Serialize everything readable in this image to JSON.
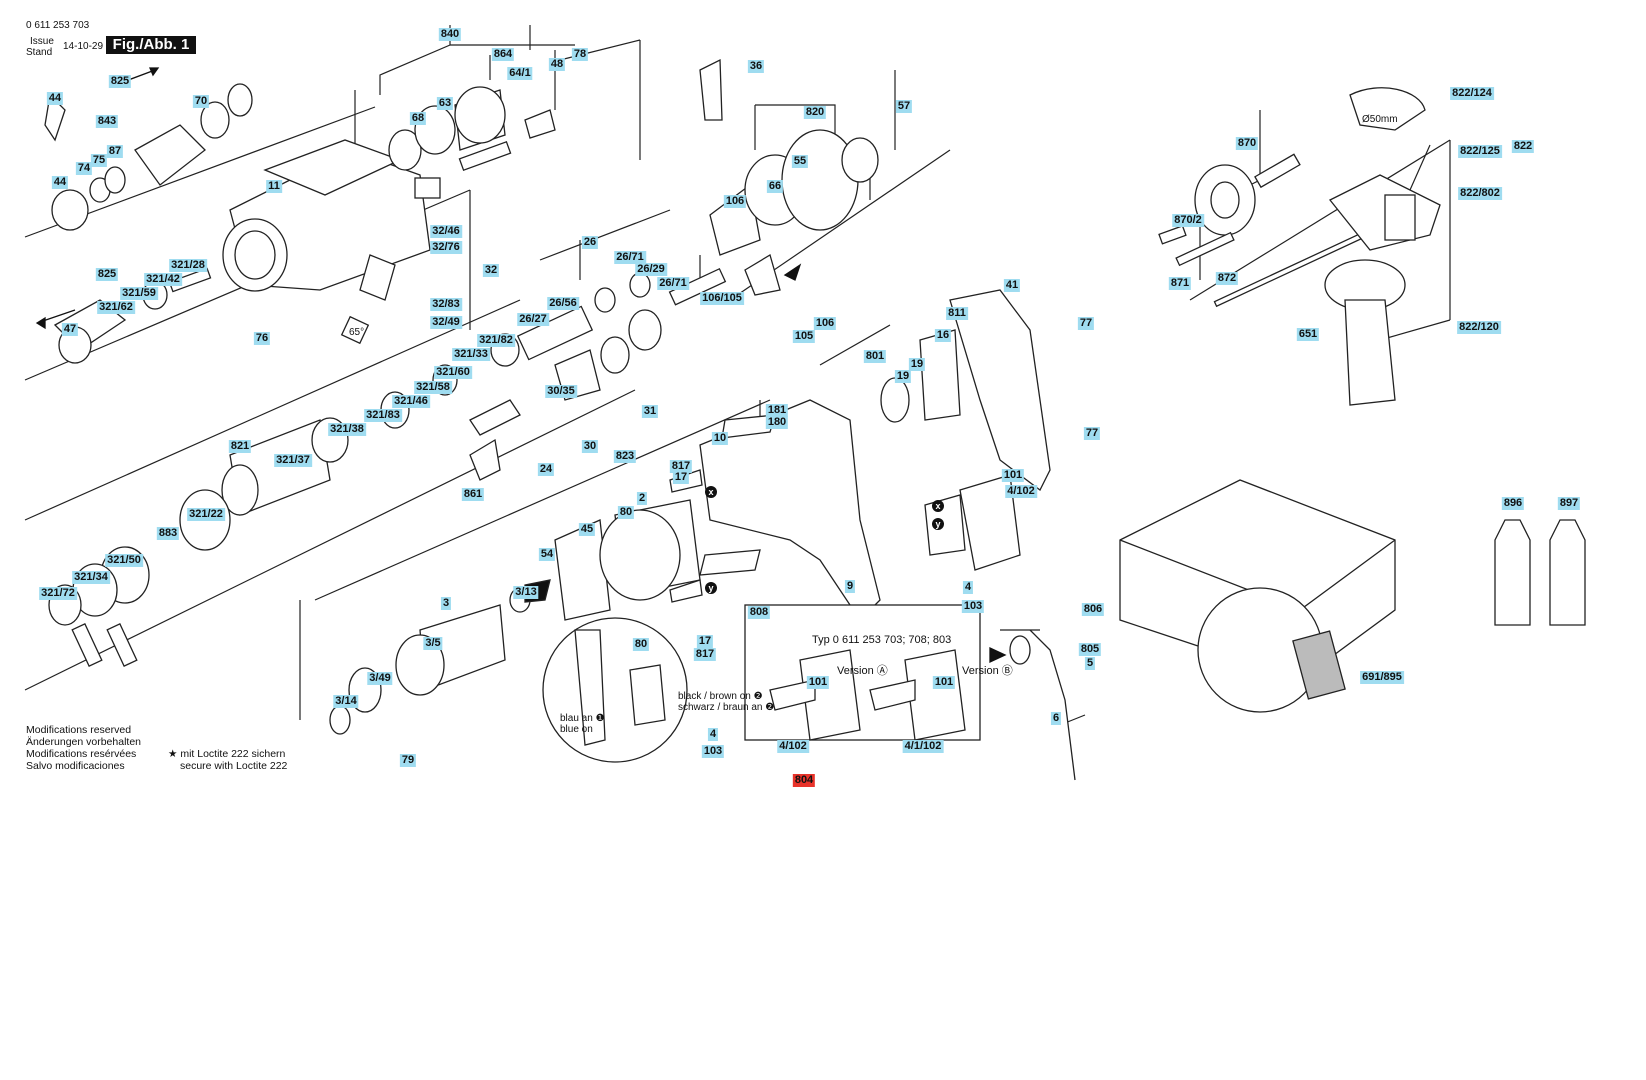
{
  "header": {
    "part_number": "0 611 253 703",
    "issue_label": "Issue",
    "stand_label": "Stand",
    "date": "14-10-29",
    "figure_label": "Fig./Abb. 1"
  },
  "callouts": [
    {
      "label": "840"
    },
    {
      "label": "864"
    },
    {
      "label": "48"
    },
    {
      "label": "78"
    },
    {
      "label": "825"
    },
    {
      "label": "70"
    },
    {
      "label": "44"
    },
    {
      "label": "843"
    },
    {
      "label": "63"
    },
    {
      "label": "64/1"
    },
    {
      "label": "68"
    },
    {
      "label": "74"
    },
    {
      "label": "75"
    },
    {
      "label": "87"
    },
    {
      "label": "44"
    },
    {
      "label": "11"
    },
    {
      "label": "32/46"
    },
    {
      "label": "32/76"
    },
    {
      "label": "32"
    },
    {
      "label": "825"
    },
    {
      "label": "321/28"
    },
    {
      "label": "321/42"
    },
    {
      "label": "321/59"
    },
    {
      "label": "321/62"
    },
    {
      "label": "47"
    },
    {
      "label": "76"
    },
    {
      "label": "32/83"
    },
    {
      "label": "32/49"
    },
    {
      "label": "36"
    },
    {
      "label": "820"
    },
    {
      "label": "57"
    },
    {
      "label": "55"
    },
    {
      "label": "66"
    },
    {
      "label": "106"
    },
    {
      "label": "26"
    },
    {
      "label": "26/71"
    },
    {
      "label": "26/29"
    },
    {
      "label": "26/71"
    },
    {
      "label": "26/56"
    },
    {
      "label": "26/27"
    },
    {
      "label": "106/105"
    },
    {
      "label": "106"
    },
    {
      "label": "105"
    },
    {
      "label": "321/82"
    },
    {
      "label": "321/33"
    },
    {
      "label": "321/60"
    },
    {
      "label": "321/58"
    },
    {
      "label": "321/46"
    },
    {
      "label": "321/83"
    },
    {
      "label": "321/38"
    },
    {
      "label": "30/35"
    },
    {
      "label": "31"
    },
    {
      "label": "30"
    },
    {
      "label": "24"
    },
    {
      "label": "823"
    },
    {
      "label": "821"
    },
    {
      "label": "321/37"
    },
    {
      "label": "861"
    },
    {
      "label": "10"
    },
    {
      "label": "181"
    },
    {
      "label": "180"
    },
    {
      "label": "801"
    },
    {
      "label": "19"
    },
    {
      "label": "19"
    },
    {
      "label": "16"
    },
    {
      "label": "811"
    },
    {
      "label": "41"
    },
    {
      "label": "77"
    },
    {
      "label": "77"
    },
    {
      "label": "817"
    },
    {
      "label": "17"
    },
    {
      "label": "321/22"
    },
    {
      "label": "883"
    },
    {
      "label": "321/50"
    },
    {
      "label": "321/34"
    },
    {
      "label": "321/72"
    },
    {
      "label": "45"
    },
    {
      "label": "80"
    },
    {
      "label": "2"
    },
    {
      "label": "101"
    },
    {
      "label": "4/102"
    },
    {
      "label": "54"
    },
    {
      "label": "3"
    },
    {
      "label": "3/13"
    },
    {
      "label": "9"
    },
    {
      "label": "4"
    },
    {
      "label": "103"
    },
    {
      "label": "3/5"
    },
    {
      "label": "80"
    },
    {
      "label": "17"
    },
    {
      "label": "817"
    },
    {
      "label": "808"
    },
    {
      "label": "806"
    },
    {
      "label": "805"
    },
    {
      "label": "5"
    },
    {
      "label": "3/49"
    },
    {
      "label": "3/14"
    },
    {
      "label": "79"
    },
    {
      "label": "4"
    },
    {
      "label": "103"
    },
    {
      "label": "6"
    },
    {
      "label": "101"
    },
    {
      "label": "101"
    },
    {
      "label": "4/102"
    },
    {
      "label": "4/1/102"
    },
    {
      "label": "804",
      "highlight": true
    },
    {
      "label": "870"
    },
    {
      "label": "822/124"
    },
    {
      "label": "822/125"
    },
    {
      "label": "822"
    },
    {
      "label": "822/802"
    },
    {
      "label": "870/2"
    },
    {
      "label": "871"
    },
    {
      "label": "872"
    },
    {
      "label": "651"
    },
    {
      "label": "822/120"
    },
    {
      "label": "896"
    },
    {
      "label": "897"
    },
    {
      "label": "691/895"
    }
  ],
  "notes": {
    "modifications": [
      "Modifications reserved",
      "Änderungen vorbehalten",
      "Modifications resérvées",
      "Salvo modificaciones"
    ],
    "loctite": [
      "★ mit Loctite 222 sichern",
      "secure with Loctite 222"
    ],
    "wire_colors": {
      "black_brown_on": "black / brown on ❷",
      "schwarz_braun_an": "schwarz / braun an ❷",
      "blau_an": "blau an ❶",
      "blue_on": "blue on"
    },
    "angle": "65°",
    "diameter": "Ø50mm"
  },
  "switch_box": {
    "title": "Typ 0 611 253 703; 708; 803",
    "version_a": "Version Ⓐ",
    "version_b": "Version Ⓑ"
  },
  "markers": [
    "x",
    "y",
    "x",
    "y"
  ]
}
